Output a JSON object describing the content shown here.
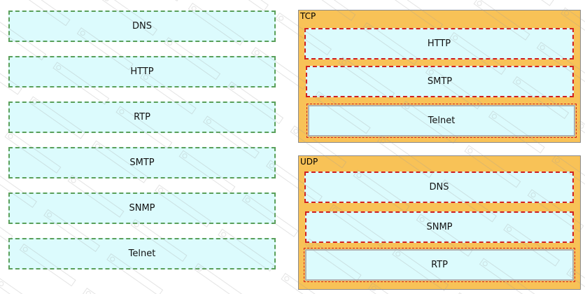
{
  "options": [
    {
      "label": "DNS"
    },
    {
      "label": "HTTP"
    },
    {
      "label": "RTP"
    },
    {
      "label": "SMTP"
    },
    {
      "label": "SNMP"
    },
    {
      "label": "Telnet"
    }
  ],
  "targets": [
    {
      "title": "TCP",
      "slots": [
        {
          "label": "HTTP"
        },
        {
          "label": "SMTP"
        },
        {
          "label": "Telnet"
        }
      ]
    },
    {
      "title": "UDP",
      "slots": [
        {
          "label": "DNS"
        },
        {
          "label": "SNMP"
        },
        {
          "label": "RTP"
        }
      ]
    }
  ],
  "colors": {
    "tile_fill": "#dcfbfd",
    "tile_border": "#5aa05a",
    "drop_zone": "#f8c257",
    "slot_border": "#d02020"
  }
}
